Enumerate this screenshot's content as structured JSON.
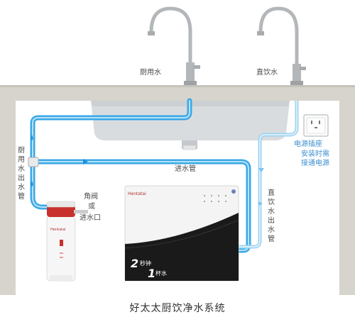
{
  "colors": {
    "counter": "#d6d4cc",
    "cabinet_back": "#ffffff",
    "sink": "#d9dcdf",
    "kitchen_pipe": "#3aa8e6",
    "kitchen_pipe_inner": "#b8e2f8",
    "drinking_pipe": "#9fd3f2",
    "purifier_body": "#f4f4f5",
    "purifier_dark": "#1a1a1a",
    "filter_cap": "#c8302e",
    "faucet": "#b4b7ba"
  },
  "labels": {
    "kitchen_faucet": "厨用水",
    "drinking_faucet": "直饮水",
    "kitchen_outlet_pipe": "厨用水出水管",
    "inlet_pipe": "进水管",
    "angle_valve": "角阀",
    "angle_valve_sub": "或",
    "water_inlet": "进水口",
    "drinking_outlet_pipe": "直饮水出水管",
    "power_socket": "电源插座",
    "power_note_1": "安装时需",
    "power_note_2": "接通电源",
    "caption": "好太太厨饮净水系统"
  },
  "icons": [
    "water-drop-icon",
    "flow-arrow-icon",
    "power-socket-icon"
  ],
  "purifier": {
    "brand": "Hentatai",
    "filter_brand": "Hentatai",
    "badge_number_1": "2",
    "badge_unit_1": "秒钟",
    "badge_number_2": "1",
    "badge_unit_2": "杯水"
  }
}
